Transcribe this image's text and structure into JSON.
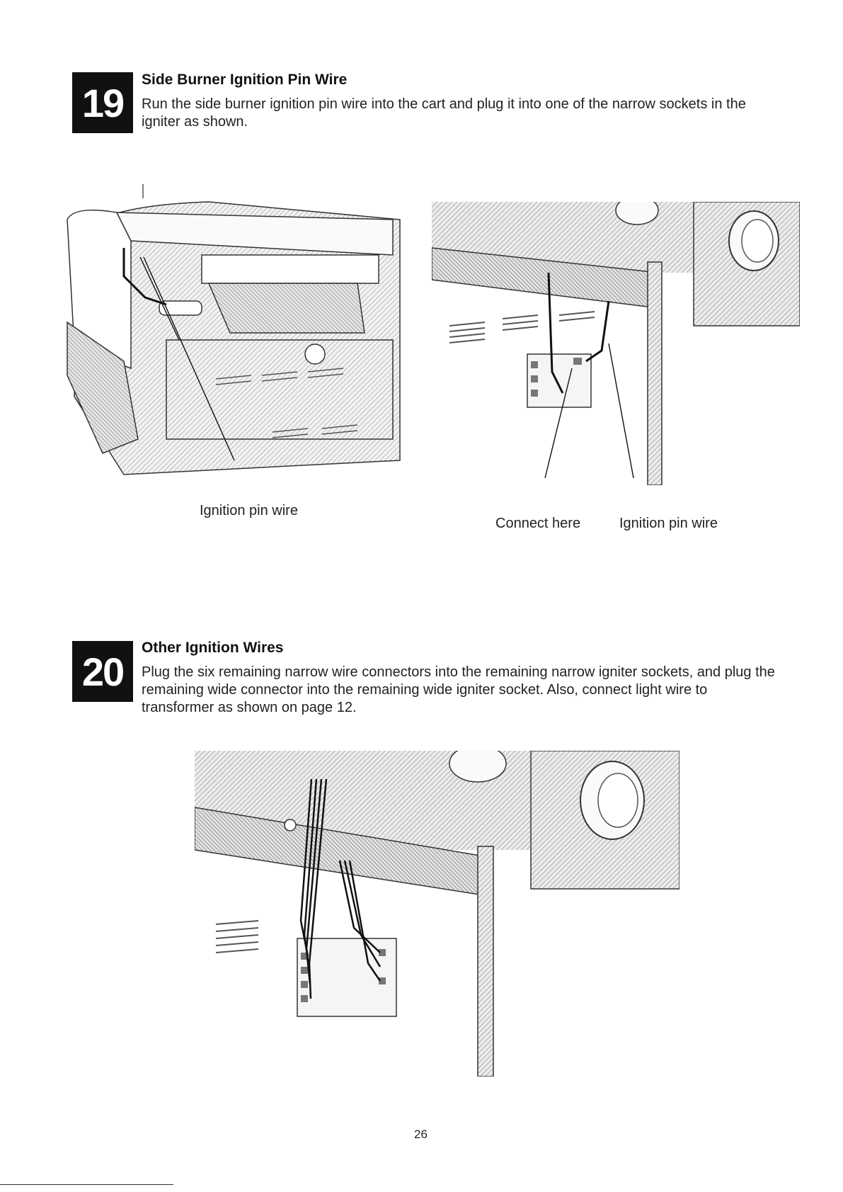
{
  "step19": {
    "number": "19",
    "title": "Side Burner Ignition Pin Wire",
    "text": "Run the side burner ignition pin wire into the cart and plug it into one of the narrow sockets in the igniter as shown.",
    "labels": {
      "left_ignition": "Ignition pin wire",
      "connect_here": "Connect here",
      "right_ignition": "Ignition pin wire"
    }
  },
  "step20": {
    "number": "20",
    "title": "Other Ignition Wires",
    "text": "Plug the six remaining narrow wire connectors into the remaining narrow igniter sockets, and plug the remaining wide connector into the remaining wide igniter socket. Also, connect light wire to transformer as shown on page 12."
  },
  "page_number": "26"
}
